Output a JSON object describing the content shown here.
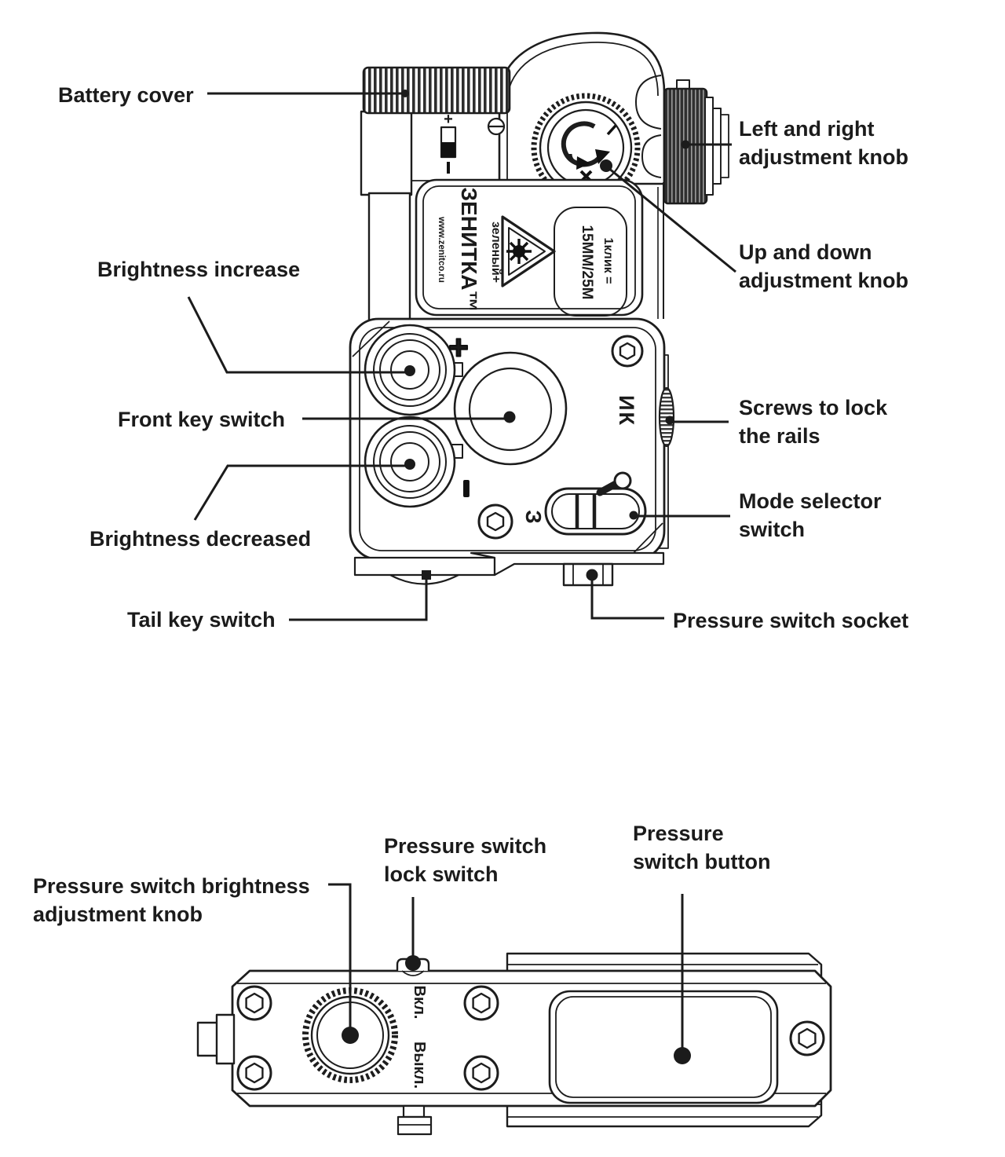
{
  "diagram": {
    "background": "#ffffff",
    "line_color": "#1b1b1b"
  },
  "top_view": {
    "callouts": {
      "battery_cover": "Battery cover",
      "brightness_increase": "Brightness increase",
      "front_key_switch": "Front key switch",
      "brightness_decreased": "Brightness decreased",
      "tail_key_switch": "Tail key switch",
      "left_right_knob": [
        "Left and right",
        "adjustment knob"
      ],
      "up_down_knob": [
        "Up and down",
        "adjustment knob"
      ],
      "rail_screws": [
        "Screws to lock",
        "the rails"
      ],
      "mode_selector": [
        "Mode selector",
        "switch"
      ],
      "pressure_socket": "Pressure switch socket"
    },
    "markings": {
      "brand": "ЗЕНИТКА™",
      "website": "www.zenitco.ru",
      "laser_color": "зеленый+",
      "click_line1": "1клик =",
      "click_line2": "15ММ/25М",
      "battery_plus": "+",
      "brightness_plus": "+",
      "brightness_minus": "−",
      "ir_mode": "ИК",
      "green_mode": "З"
    }
  },
  "bottom_view": {
    "callouts": {
      "pressure_brightness_knob": [
        "Pressure switch brightness",
        "adjustment knob"
      ],
      "pressure_lock": [
        "Pressure switch",
        "lock switch"
      ],
      "pressure_button": [
        "Pressure",
        "switch button"
      ]
    },
    "markings": {
      "on": "Вкл.",
      "off": "Выкл."
    }
  }
}
